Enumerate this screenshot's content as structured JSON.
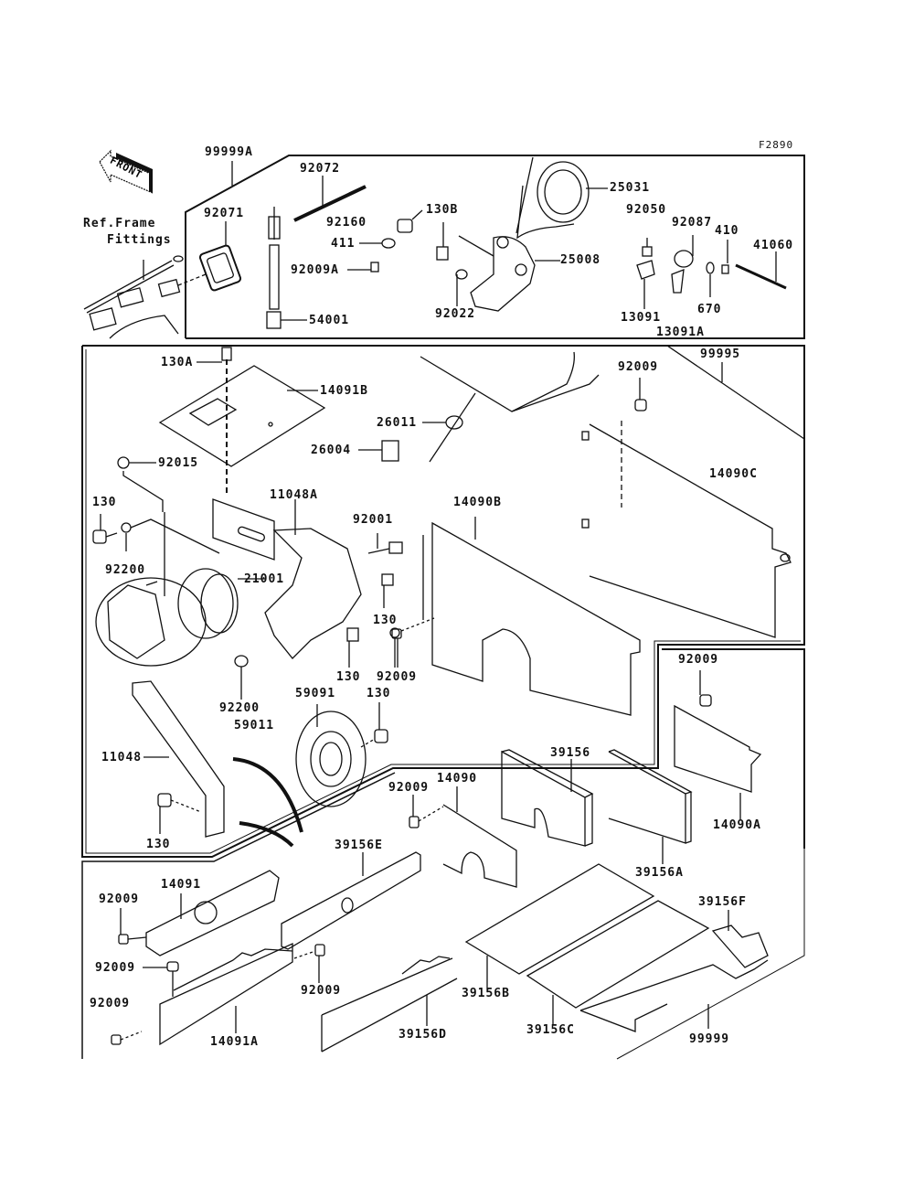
{
  "figure_id": "F2890",
  "front_arrow": "FRONT",
  "ref_note": {
    "line1": "Ref.Frame",
    "line2": "Fittings"
  },
  "labels": {
    "p99999A": "99999A",
    "p92072": "92072",
    "p92071": "92071",
    "p92160": "92160",
    "p411": "411",
    "p92009A": "92009A",
    "p54001": "54001",
    "p130B": "130B",
    "p25031": "25031",
    "p25008": "25008",
    "p92022": "92022",
    "p92050": "92050",
    "p92087": "92087",
    "p410": "410",
    "p41060": "41060",
    "p670": "670",
    "p13091": "13091",
    "p13091A": "13091A",
    "p130A": "130A",
    "p14091B": "14091B",
    "p26011": "26011",
    "p26004": "26004",
    "p92015": "92015",
    "p11048A": "11048A",
    "p92001": "92001",
    "p130_1": "130",
    "p92200_1": "92200",
    "p21001": "21001",
    "p130_2": "130",
    "p130_3": "130",
    "p92009_1": "92009",
    "p92200_2": "92200",
    "p59011": "59011",
    "p59091": "59091",
    "p130_4": "130",
    "p11048": "11048",
    "p130_5": "130",
    "p14090B": "14090B",
    "p99995": "99995",
    "p92009_2": "92009",
    "p14090C": "14090C",
    "p92009_3": "92009",
    "p14090A": "14090A",
    "p39156": "39156",
    "p92009_4": "92009",
    "p14090": "14090",
    "p39156A": "39156A",
    "p39156E": "39156E",
    "p14091": "14091",
    "p92009_5": "92009",
    "p92009_6": "92009",
    "p92009_7": "92009",
    "p92009_8": "92009",
    "p14091A": "14091A",
    "p39156D": "39156D",
    "p39156B": "39156B",
    "p39156C": "39156C",
    "p39156F": "39156F",
    "p99999": "99999"
  }
}
